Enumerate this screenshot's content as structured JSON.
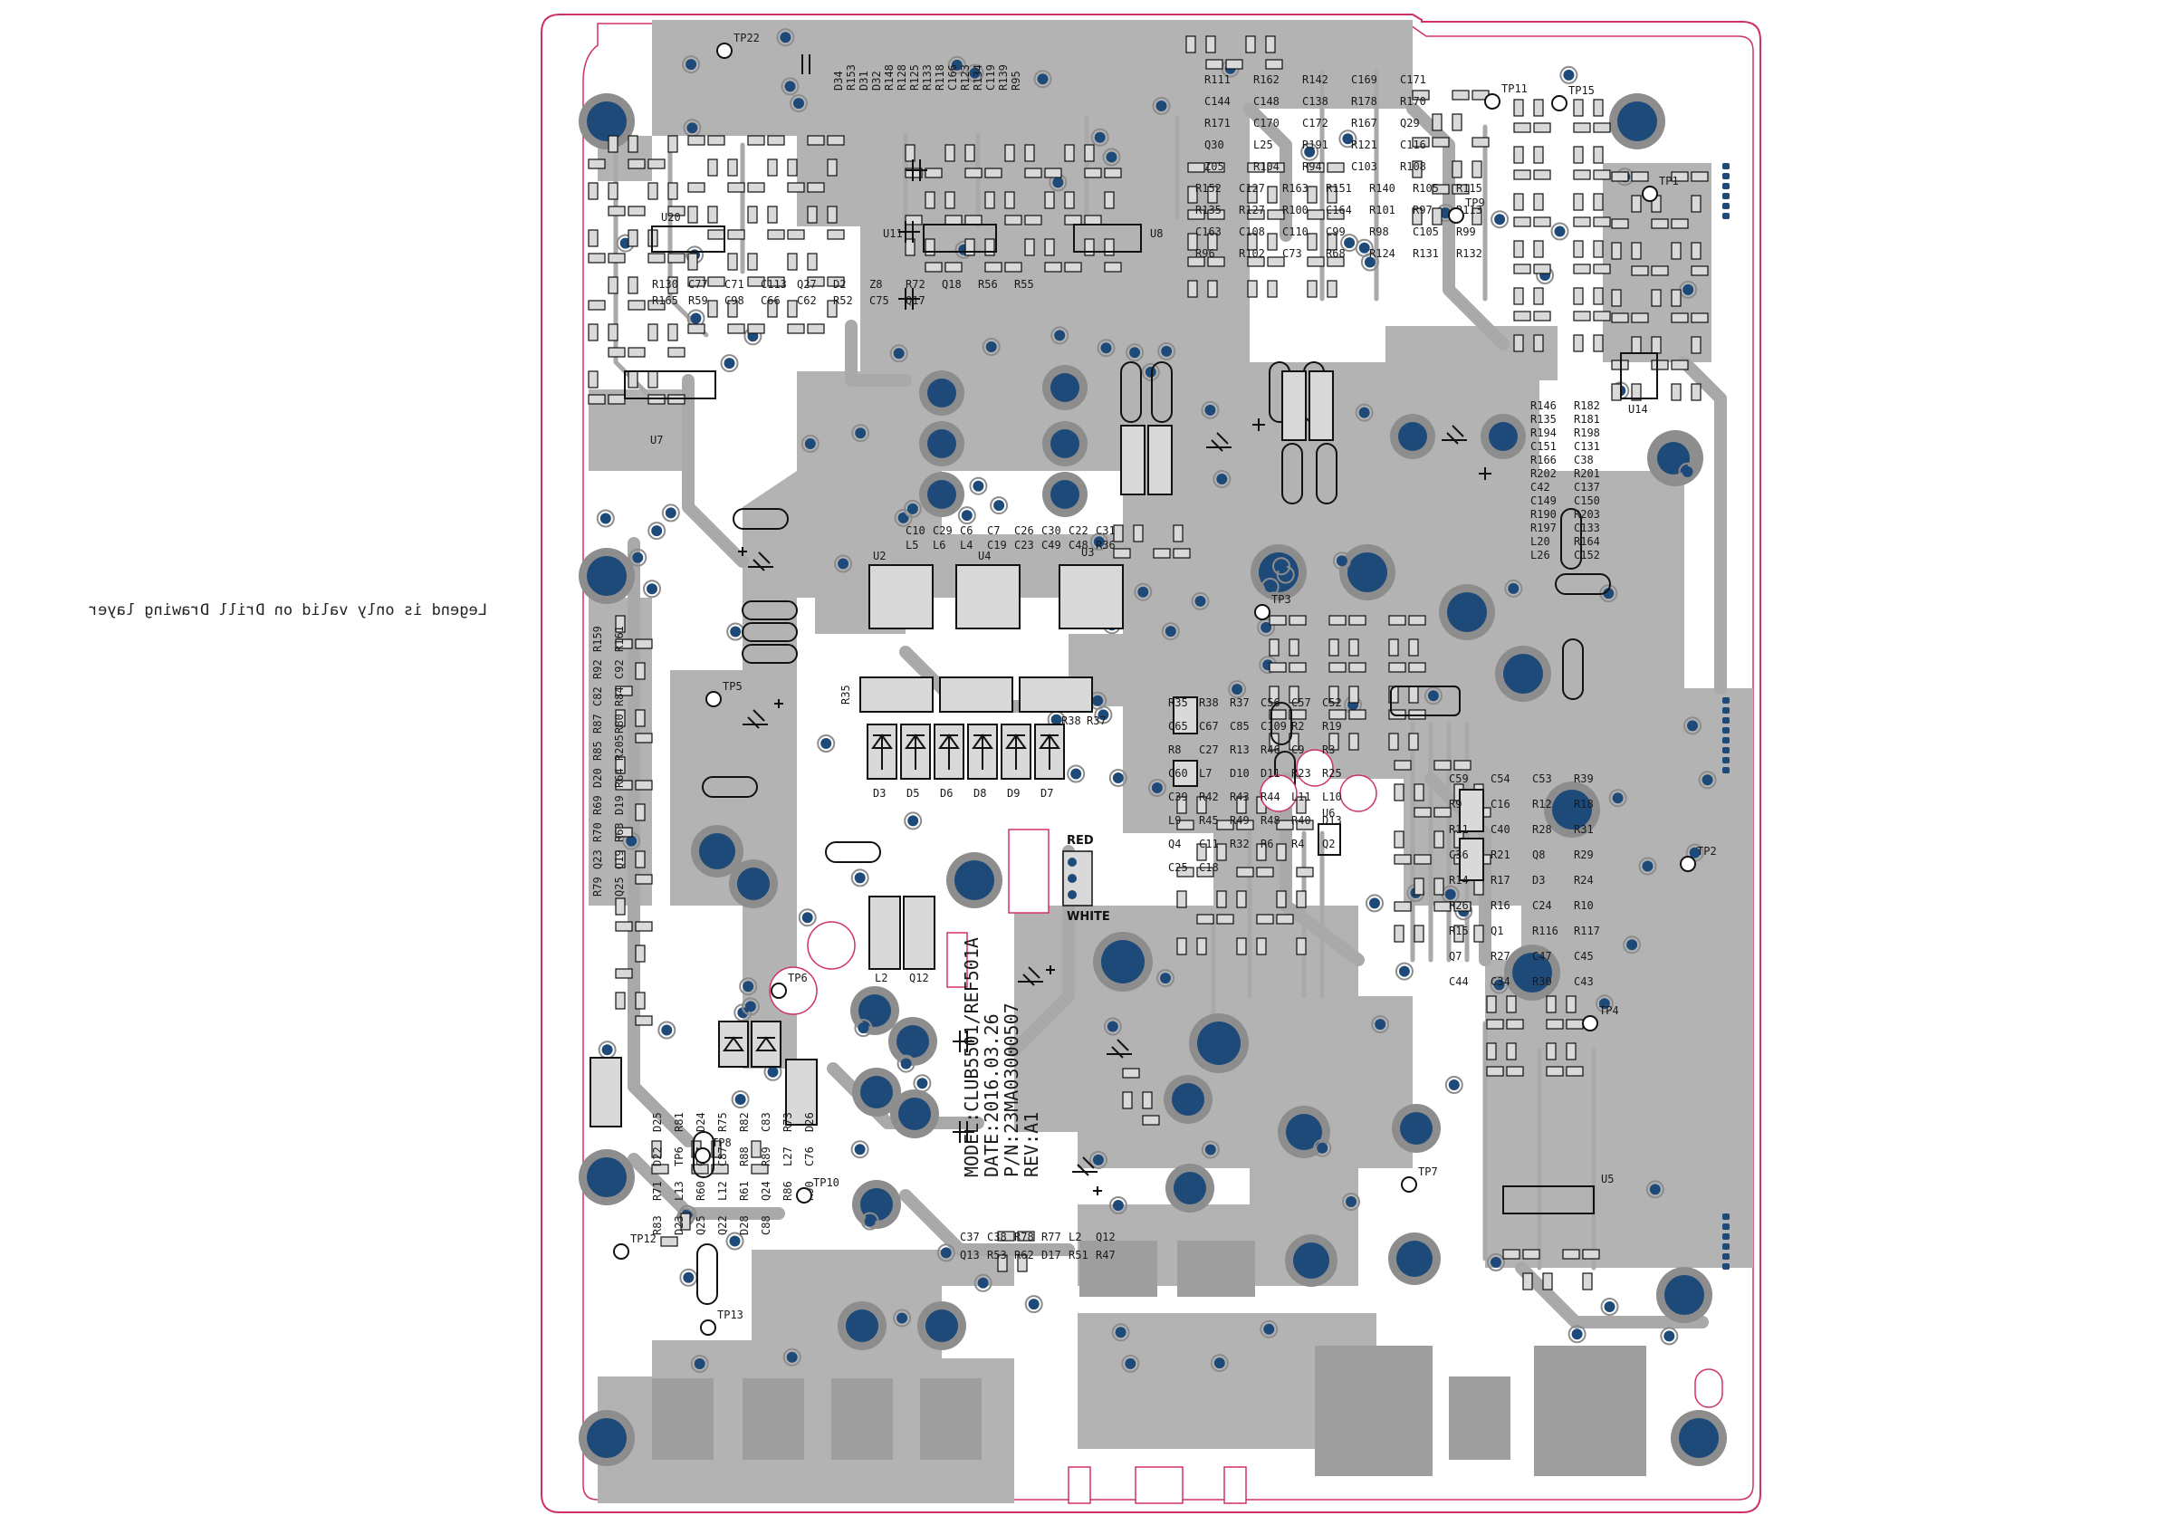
{
  "drill_note": "Legend is only valid on Drill Drawing layer",
  "board": {
    "model": "MODEL:CLUB5501/REF501A",
    "date": "DATE:2016.03.26",
    "part_number": "P/N:23MA03000507",
    "revision": "REV:A1"
  },
  "connector_labels": {
    "red": "RED",
    "white": "WHITE"
  },
  "colors": {
    "outline": "#d0306a",
    "copper": "#b3b3b3",
    "pad": "#1e4a7a",
    "pad_ring": "#8d8d8d",
    "silkscreen": "#111111",
    "side_pins": "#1e4a7a"
  },
  "test_points": [
    "TP22",
    "TP11",
    "TP15",
    "TP9",
    "TP1",
    "TP3",
    "TP5",
    "TP2",
    "TP4",
    "TP6",
    "TP7",
    "TP8",
    "TP10",
    "TP12",
    "TP13"
  ],
  "ics": [
    "U2",
    "U4",
    "U3",
    "U5",
    "U6",
    "U7",
    "U8",
    "U11",
    "U14",
    "U20"
  ],
  "top_refs": [
    "D34",
    "R153",
    "D31",
    "D32",
    "R148",
    "R128",
    "R125",
    "R133",
    "R118",
    "C166",
    "R123",
    "R134",
    "C119",
    "R139",
    "R95",
    "R111",
    "R162",
    "R142",
    "C169",
    "C171",
    "C144",
    "C148",
    "C138",
    "R178",
    "R170",
    "R171",
    "C170",
    "C172",
    "R167",
    "Q29",
    "Q30",
    "L25",
    "R191",
    "R121",
    "C116",
    "Z05",
    "R104",
    "R94",
    "C103",
    "R108",
    "R152",
    "C127",
    "R163",
    "R151",
    "R140",
    "R105",
    "R115",
    "R135",
    "R127",
    "R100",
    "C164",
    "R101",
    "R97",
    "R113",
    "C163",
    "C108",
    "C110",
    "C99",
    "R98",
    "C105",
    "R99",
    "R96",
    "R102",
    "C73",
    "R68",
    "R124",
    "R131",
    "R132",
    "R130",
    "C77",
    "C71",
    "C113",
    "Q27",
    "D2",
    "Z8",
    "R72",
    "Q18",
    "R56",
    "R55",
    "R165",
    "R59",
    "C98",
    "C66",
    "C62",
    "R52",
    "C75",
    "Q17"
  ],
  "right_refs": [
    "R146",
    "R182",
    "R135",
    "R181",
    "R194",
    "R198",
    "C151",
    "C131",
    "R166",
    "C38",
    "R202",
    "R201",
    "C42",
    "C137",
    "C149",
    "C150",
    "R190",
    "R203",
    "R197",
    "C133",
    "L20",
    "R164",
    "L26",
    "C152",
    "C59",
    "C54",
    "C53",
    "R39",
    "R9",
    "C16",
    "R12",
    "R18",
    "R11",
    "C40",
    "R28",
    "R31",
    "C36",
    "R21",
    "Q8",
    "R29",
    "R14",
    "R17",
    "D3",
    "R24",
    "R26",
    "R16",
    "C24",
    "R10",
    "R15",
    "Q1",
    "R116",
    "R117",
    "Q7",
    "R27",
    "C47",
    "C45",
    "C44",
    "C34",
    "R30",
    "C43"
  ],
  "center_refs": [
    "C10",
    "C29",
    "C6",
    "C7",
    "C26",
    "C30",
    "C22",
    "C31",
    "L5",
    "L6",
    "L4",
    "C19",
    "C23",
    "C49",
    "C48",
    "R36",
    "R35",
    "R38",
    "R37",
    "C56",
    "C57",
    "C52",
    "C65",
    "C67",
    "C85",
    "C109",
    "R2",
    "R19",
    "R8",
    "C27",
    "R13",
    "R46",
    "C9",
    "R3",
    "C60",
    "L7",
    "D10",
    "D11",
    "R23",
    "R25",
    "C39",
    "R42",
    "R43",
    "R44",
    "L11",
    "L10",
    "L9",
    "R45",
    "R49",
    "R48",
    "R40",
    "D13",
    "Q4",
    "C11",
    "R32",
    "R6",
    "R4",
    "Q2",
    "C25",
    "C18",
    "C37",
    "C38",
    "R78",
    "R77",
    "L2",
    "Q12",
    "Q13",
    "R53",
    "R62",
    "D17",
    "R51",
    "R47"
  ],
  "left_refs": [
    "R159",
    "R161",
    "R92",
    "C92",
    "C82",
    "R84",
    "R87",
    "R80",
    "R85",
    "R205",
    "D20",
    "R64",
    "R69",
    "D19",
    "R70",
    "R63",
    "Q23",
    "Q19",
    "R79",
    "Q25",
    "D25",
    "R81",
    "D24",
    "R75",
    "R82",
    "C83",
    "R73",
    "D26",
    "D22",
    "TP6",
    "C67",
    "C87",
    "R88",
    "R89",
    "L27",
    "C76",
    "R71",
    "L13",
    "R60",
    "L12",
    "R61",
    "Q24",
    "R86",
    "R90",
    "R83",
    "D23",
    "Q25",
    "Q22",
    "D28",
    "C88"
  ],
  "diodes": [
    "D3",
    "D5",
    "D6",
    "D8",
    "D9",
    "D7"
  ]
}
